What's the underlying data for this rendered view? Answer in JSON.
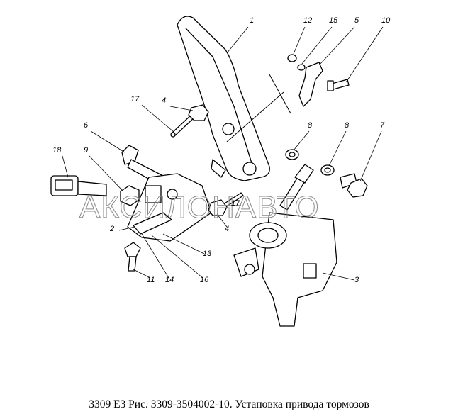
{
  "caption": "3309 Е3 Рис. 3309-3504002-10. Установка привода тормозов",
  "watermark": "АКСИЛОНАВТО",
  "callouts": [
    "1",
    "12",
    "15",
    "5",
    "10",
    "17",
    "4",
    "6",
    "8",
    "8",
    "7",
    "18",
    "9",
    "2",
    "17",
    "4",
    "13",
    "3",
    "11",
    "14",
    "16"
  ]
}
